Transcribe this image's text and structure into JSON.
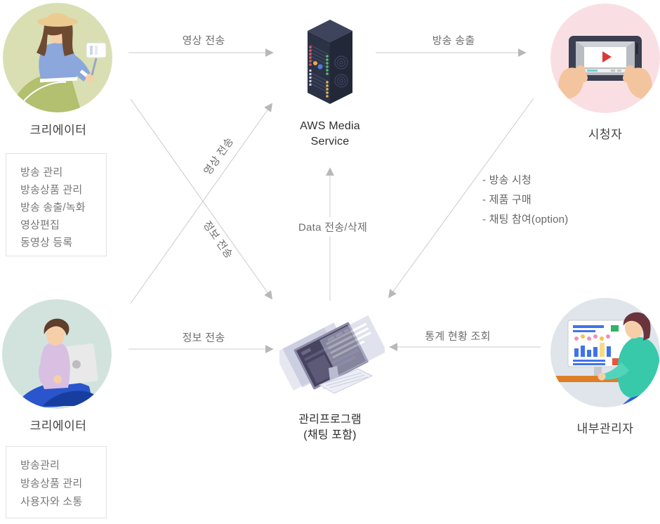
{
  "nodes": {
    "creator_top": {
      "label": "크리에이터",
      "tasks": [
        "방송 관리",
        "방송상품 관리",
        "방송 송출/녹화",
        "영상편집",
        "동영상 등록"
      ]
    },
    "aws_media_service": {
      "label_line1": "AWS Media",
      "label_line2": "Service"
    },
    "viewer": {
      "label": "시청자",
      "actions": [
        "- 방송 시청",
        "- 제품 구매",
        "- 채팅 참여(option)"
      ]
    },
    "creator_bottom": {
      "label": "크리에이터",
      "tasks": [
        "방송관리",
        "방송상품 관리",
        "사용자와 소통"
      ]
    },
    "management_program": {
      "label_line1": "관리프로그램",
      "label_line2": "(채팅 포함)"
    },
    "internal_admin": {
      "label": "내부관리자"
    }
  },
  "arrows": {
    "video_send_top": "영상 전송",
    "broadcast_output": "방송 송출",
    "video_send_diagonal": "영상 전송",
    "info_send_diagonal": "정보 전송",
    "data_transfer_delete": "Data 전송/삭제",
    "info_send_bottom": "정보 전송",
    "stats_inquiry": "통계 현황 조회"
  },
  "colors": {
    "arrow_line": "#cbcbcb",
    "arrow_head": "#b8b8b8",
    "arrow_label_text": "#6e6e6e",
    "node_label_text": "#3f3f3f",
    "box_border": "#e2e2e2",
    "box_text": "#777777",
    "creator_top_bg": "#d9dfb2",
    "viewer_bg": "#f9dfe3",
    "creator_bottom_bg": "#d2e3de",
    "internal_admin_bg": "#dfe5ea"
  }
}
